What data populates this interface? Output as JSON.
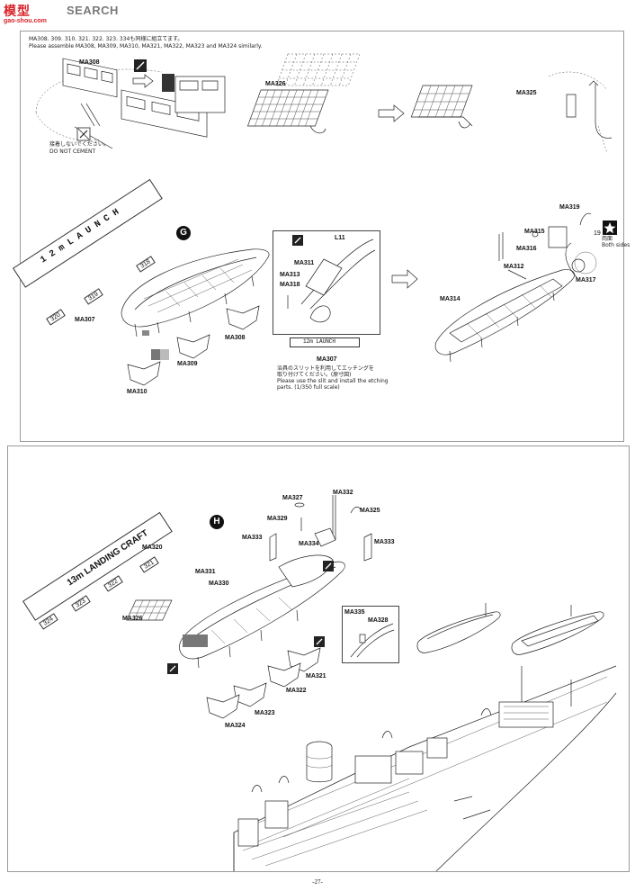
{
  "watermark": {
    "brand_cn": "模型",
    "brand_en": "SEARCH",
    "url": "gao-shou.com"
  },
  "page_number": "-27-",
  "panel_top": {
    "note_jp": "MA308. 309. 310. 321. 322. 323. 334も同様に組立てます。",
    "note_en": "Please assemble MA308, MA309, MA310, MA321, MA322, MA323 and MA324 similarly.",
    "no_cement_jp": "接着しないでください。",
    "no_cement_en": "DO NOT CEMENT",
    "parts": {
      "ma308": "MA308",
      "ma326": "MA326",
      "ma325": "MA325"
    }
  },
  "step_g": {
    "marker": "G",
    "launch_plate": "1 2 m   L A U N C H",
    "plate_numbers": [
      "318",
      "319",
      "320"
    ],
    "parts": {
      "ma307": "MA307",
      "ma308": "MA308",
      "ma309": "MA309",
      "ma310": "MA310",
      "l11": "L11",
      "ma311": "MA311",
      "ma313": "MA313",
      "ma318": "MA318",
      "ma319": "MA319",
      "ma315": "MA315",
      "ma316": "MA316",
      "ma312": "MA312",
      "ma314": "MA314",
      "ma317": "MA317"
    },
    "inset_plate": "12m  LAUNCH",
    "inset_label": "MA307",
    "slit_note_jp": "治具のスリットを利用してエッチングを\n取り付けてください。(原寸図)",
    "slit_note_en": "Please use the slit and install the etching\nparts. (1/350 full scale)",
    "both_sides_jp": "両面",
    "both_sides_en": "Both sides",
    "part_num_19": "19"
  },
  "step_h": {
    "marker": "H",
    "craft_plate": "13m LANDING CRAFT",
    "plate_numbers": [
      "321",
      "322",
      "323",
      "324"
    ],
    "parts": {
      "ma320": "MA320",
      "ma327": "MA327",
      "ma332": "MA332",
      "ma329": "MA329",
      "ma325": "MA325",
      "ma333a": "MA333",
      "ma334": "MA334",
      "ma333b": "MA333",
      "ma331": "MA331",
      "ma330": "MA330",
      "ma326": "MA326",
      "ma335": "MA335",
      "ma328": "MA328",
      "ma321": "MA321",
      "ma322": "MA322",
      "ma323": "MA323",
      "ma324": "MA324"
    }
  }
}
